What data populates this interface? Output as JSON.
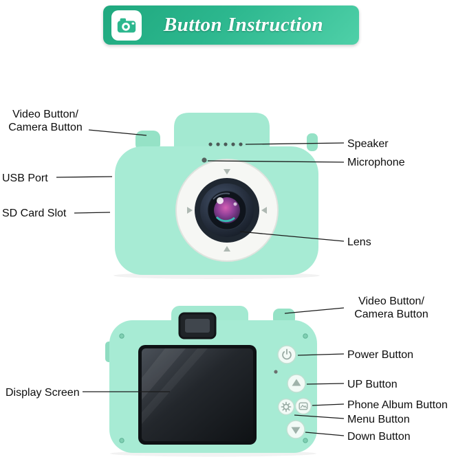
{
  "header": {
    "title": "Button Instruction"
  },
  "colors": {
    "banner_green": "#2cb78e",
    "camera_mint": "#a3e9d1",
    "label_text": "#0d0d0d",
    "screen_dark": "#15181c"
  },
  "front_view": {
    "video_camera_button": "Video Button/\nCamera Button",
    "usb_port": "USB Port",
    "sd_card_slot": "SD Card Slot",
    "speaker": "Speaker",
    "microphone": "Microphone",
    "lens": "Lens"
  },
  "back_view": {
    "video_camera_button": "Video Button/\nCamera Button",
    "power_button": "Power Button",
    "up_button": "UP Button",
    "phone_album_button": "Phone Album Button",
    "menu_button": "Menu Button",
    "down_button": "Down Button",
    "display_screen": "Display Screen"
  }
}
